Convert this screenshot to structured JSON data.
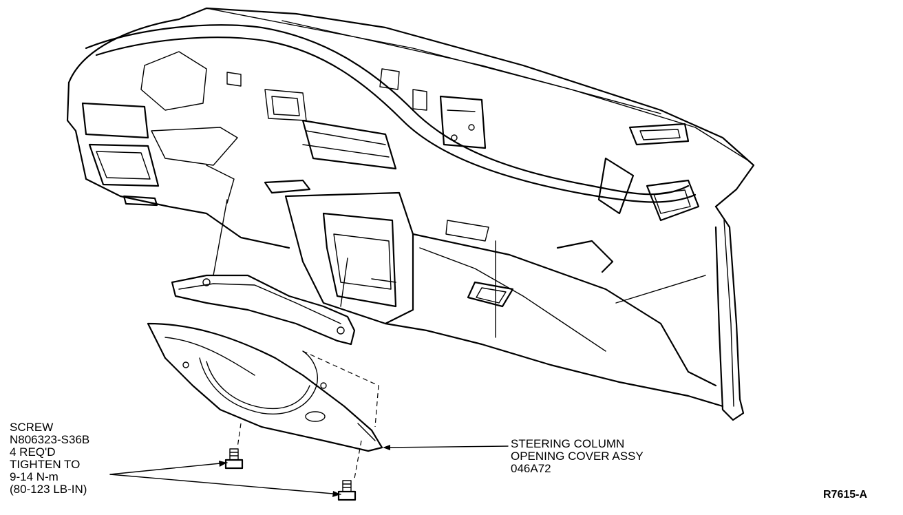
{
  "labels": {
    "screw": [
      "SCREW",
      "N806323-S36B",
      "4 REQ'D",
      "TIGHTEN TO",
      "9-14 N-m",
      "(80-123 LB-IN)"
    ],
    "cover": [
      "STEERING COLUMN",
      "OPENING COVER ASSY",
      "046A72"
    ]
  },
  "figure_ref": "R7615-A",
  "colors": {
    "ink": "#000000",
    "paper": "#ffffff"
  }
}
